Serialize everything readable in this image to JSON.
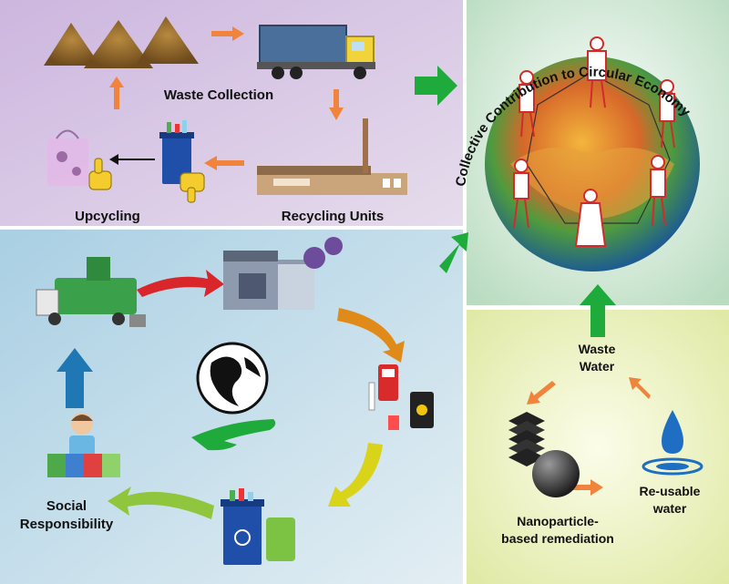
{
  "panels": {
    "waste_collection": {
      "label": "Waste Collection"
    },
    "upcycling": {
      "label": "Upcycling"
    },
    "recycling_units": {
      "label": "Recycling Units"
    },
    "circular_economy": {
      "title": "Collective Contribution to Circular Economy"
    },
    "social_responsibility": {
      "label_line1": "Social",
      "label_line2": "Responsibility"
    },
    "wastewater": {
      "source_line1": "Waste",
      "source_line2": "Water",
      "remediation_line1": "Nanoparticle-",
      "remediation_line2": "based remediation",
      "reusable_line1": "Re-usable",
      "reusable_line2": "water"
    }
  },
  "colors": {
    "top_left_bg": "#d9c9e6",
    "bottom_left_bg": "#cfe3ee",
    "right_top_bg": "#e4f1e6",
    "right_bottom_bg": "#eef3c8",
    "green_arrow": "#1faa3c",
    "orange_arrow": "#f0843c",
    "red_arrow": "#d9262a",
    "yellow_arrow": "#e4c515",
    "blue_arrow": "#1f78b4",
    "lightgreen_arrow": "#8fc63d"
  },
  "icons": [
    "dirt-heap-icon",
    "dump-truck-icon",
    "factory-icon",
    "recycle-bin-icon",
    "thumbs-down-icon",
    "thumbs-up-icon",
    "bag-icon",
    "garbage-truck-icon",
    "recycling-plant-icon",
    "fuel-pump-icon",
    "oil-barrel-icon",
    "globe-icon",
    "hand-icon",
    "volunteer-icon",
    "stacked-layers-icon",
    "nanoparticle-sphere-icon",
    "water-drop-icon",
    "earth-globe-icon",
    "person-icon"
  ]
}
